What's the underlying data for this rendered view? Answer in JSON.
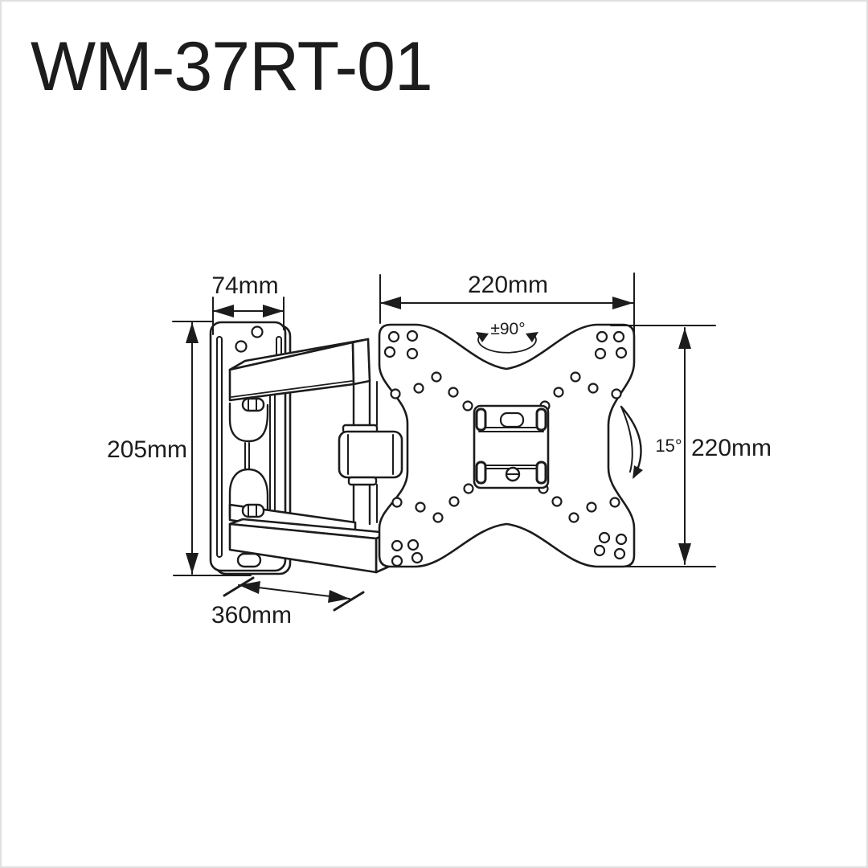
{
  "labels": {
    "title": "WM-37RT-01",
    "wall_plate_width": "74mm",
    "wall_plate_height": "205mm",
    "tv_plate_width": "220mm",
    "tv_plate_height": "220mm",
    "extension_depth": "360mm",
    "swivel_angle": "±90°",
    "tilt_angle": "15°"
  },
  "colors": {
    "ink": "#1c1c1c",
    "background": "#ffffff",
    "frame": "#e0e0e0"
  },
  "diagram": {
    "type": "technical-line-drawing",
    "subject": "articulating TV wall mount bracket, side-front perspective view"
  }
}
